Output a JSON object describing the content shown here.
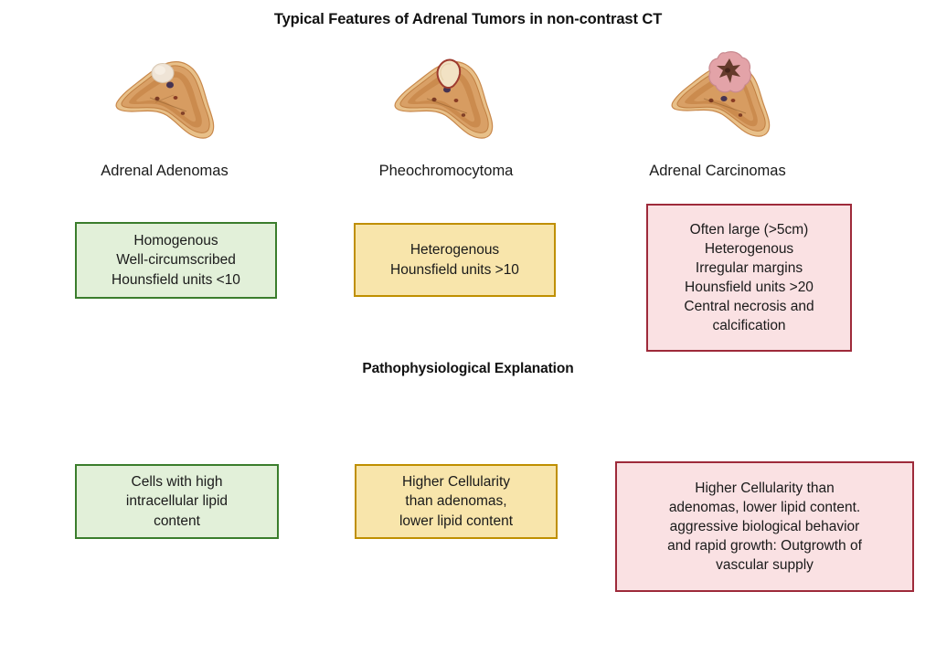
{
  "title": "Typical Features of Adrenal Tumors in non-contrast CT",
  "section_heading": "Pathophysiological Explanation",
  "columns": [
    {
      "label": "Adrenal Adenomas",
      "illustration": "adrenal-gland-with-pale-homogeneous-nodule"
    },
    {
      "label": "Pheochromocytoma",
      "illustration": "adrenal-gland-with-cream-irregular-mass"
    },
    {
      "label": "Adrenal Carcinomas",
      "illustration": "adrenal-gland-with-large-pink-mass-central-necrosis"
    }
  ],
  "features": {
    "adenoma": {
      "lines": [
        "Homogenous",
        "Well-circumscribed",
        "Hounsfield units <10"
      ]
    },
    "pheochromocytoma": {
      "lines": [
        "Heterogenous",
        "Hounsfield units >10"
      ]
    },
    "carcinoma": {
      "lines": [
        "Often large (>5cm)",
        "Heterogenous",
        "Irregular margins",
        "Hounsfield units >20",
        "Central necrosis and",
        "calcification"
      ]
    }
  },
  "pathophysiology": {
    "adenoma": {
      "lines": [
        "Cells with high",
        "intracellular lipid",
        "content"
      ]
    },
    "pheochromocytoma": {
      "lines": [
        "Higher Cellularity",
        "than adenomas,",
        "lower lipid content"
      ]
    },
    "carcinoma": {
      "lines": [
        "Higher Cellularity than",
        "adenomas, lower lipid content.",
        "aggressive biological behavior",
        "and rapid growth: Outgrowth of",
        "vascular supply"
      ]
    }
  },
  "colors": {
    "background": "#ffffff",
    "text": "#1a1a1a",
    "green_fill": "#e2f0d9",
    "green_border": "#3a7d2c",
    "yellow_fill": "#f8e5ab",
    "yellow_border": "#bf8f00",
    "pink_fill": "#fae1e3",
    "pink_border": "#9e2a3a",
    "gland_outer": "#d9a066",
    "gland_mid": "#c8874a",
    "gland_highlight": "#e8c089",
    "adenoma_nodule": "#efe4d6",
    "pheo_mass": "#f2e2c4",
    "carcinoma_mass": "#e3a3a8",
    "carcinoma_necrosis": "#5a3222"
  }
}
